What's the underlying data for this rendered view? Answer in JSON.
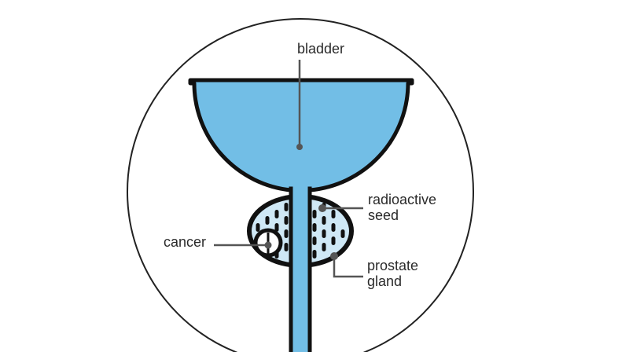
{
  "labels": {
    "bladder": "bladder",
    "seed_line1": "radioactive",
    "seed_line2": "seed",
    "cancer": "cancer",
    "gland_line1": "prostate",
    "gland_line2": "gland"
  },
  "colors": {
    "bladder_fill": "#72bee6",
    "prostate_fill": "#cfe8f6",
    "outline": "#111111",
    "leader": "#555555"
  }
}
